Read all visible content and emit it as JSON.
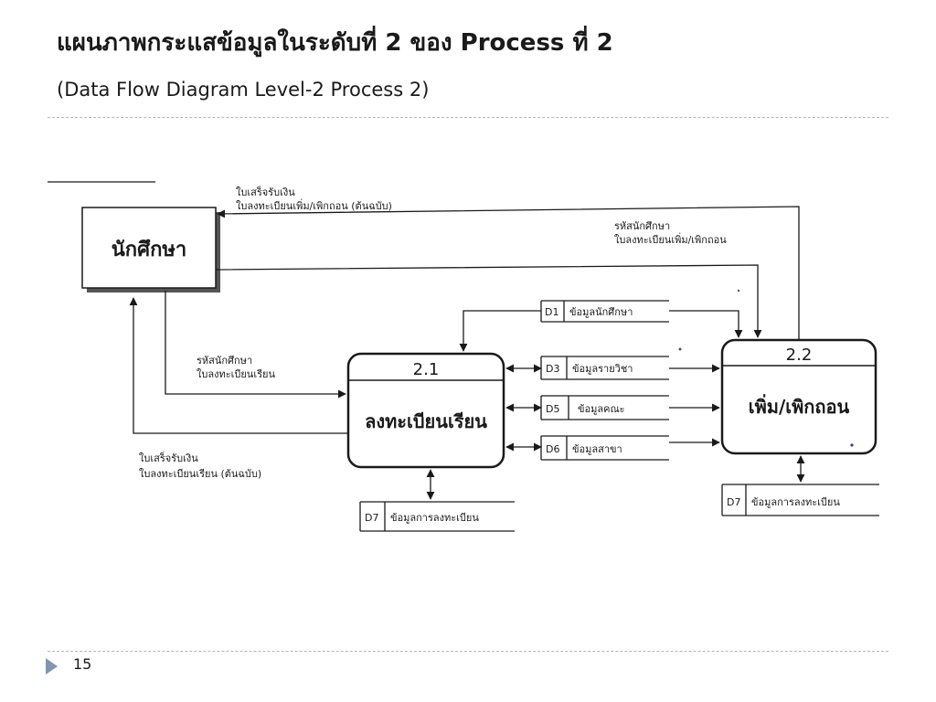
{
  "slide": {
    "title": "แผนภาพกระแสข้อมูลในระดับที่ 2 ของ Process ที่ 2",
    "subtitle": "(Data Flow Diagram Level-2 Process 2)",
    "page_number": "15"
  },
  "diagram": {
    "entity": {
      "label": "นักศึกษา"
    },
    "processes": {
      "p21": {
        "number": "2.1",
        "label": "ลงทะเบียนเรียน"
      },
      "p22": {
        "number": "2.2",
        "label": "เพิ่ม/เพิกถอน"
      }
    },
    "stores": {
      "d1": {
        "id": "D1",
        "label": "ข้อมูลนักศึกษา"
      },
      "d3": {
        "id": "D3",
        "label": "ข้อมูลรายวิชา"
      },
      "d5": {
        "id": "D5",
        "label": "ข้อมูลคณะ"
      },
      "d6": {
        "id": "D6",
        "label": "ข้อมูลสาขา"
      },
      "d7a": {
        "id": "D7",
        "label": "ข้อมูลการลงทะเบียน"
      },
      "d7b": {
        "id": "D7",
        "label": "ข้อมูลการลงทะเบียน"
      }
    },
    "flows": {
      "receipt_add_1": "ใบเสร็จรับเงิน",
      "receipt_add_2": "ใบลงทะเบียนเพิ่ม/เพิกถอน (ต้นฉบับ)",
      "studentid_add_1": "รหัสนักศึกษา",
      "studentid_add_2": "ใบลงทะเบียนเพิ่ม/เพิกถอน",
      "studentid_reg_1": "รหัสนักศึกษา",
      "studentid_reg_2": "ใบลงทะเบียนเรียน",
      "receipt_reg_1": "ใบเสร็จรับเงิน",
      "receipt_reg_2": "ใบลงทะเบียนเรียน (ต้นฉบับ)"
    }
  }
}
